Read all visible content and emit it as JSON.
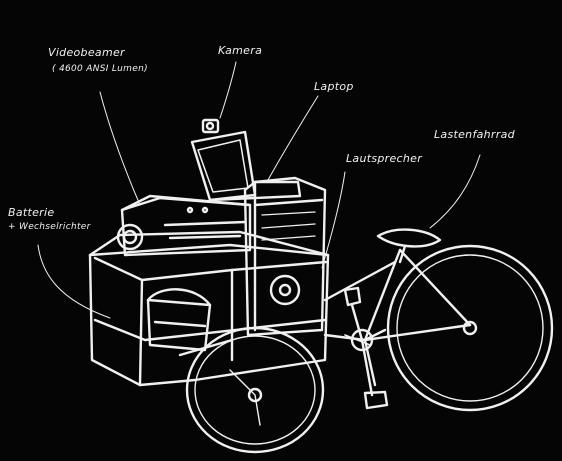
{
  "colors": {
    "background": "#050505",
    "ink": "#f0f0f0"
  },
  "labels": {
    "videobeamer": "Videobeamer",
    "lumen": "( 4600 ANSI Lumen)",
    "kamera": "Kamera",
    "laptop": "Laptop",
    "lautsprecher": "Lautsprecher",
    "lastenfahrrad": "Lastenfahrrad",
    "batterie": "Batterie",
    "wechselrichter": "+ Wechselrichter"
  }
}
